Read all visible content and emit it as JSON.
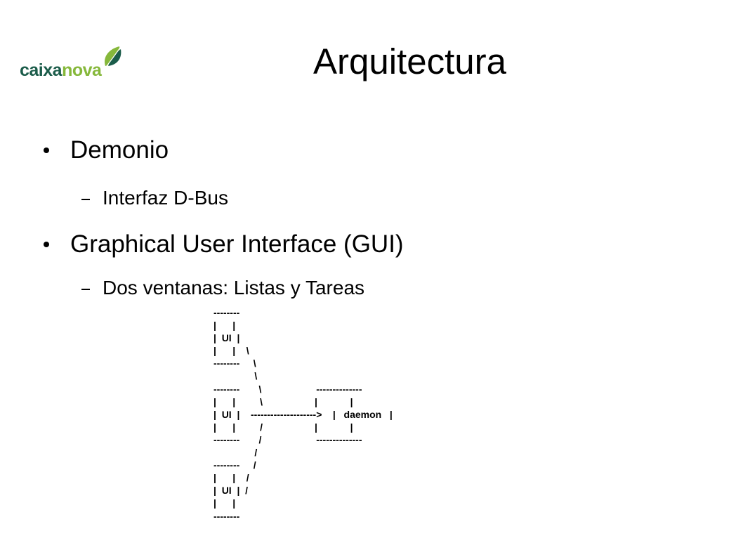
{
  "logo": {
    "text_part1": "caixa",
    "text_part2": "nova",
    "mark_icon": "caixanova-leaf-icon",
    "colors": {
      "dark": "#1b5c4a",
      "light": "#86b83b"
    }
  },
  "slide": {
    "title": "Arquitectura",
    "bullets": [
      {
        "label": "Demonio",
        "sub": [
          "Interfaz D-Bus"
        ]
      },
      {
        "label": "Graphical User Interface (GUI)",
        "sub": [
          "Dos ventanas: Listas y Tareas"
        ]
      }
    ],
    "diagram_lines": [
      "--------",
      "|      |",
      "|  UI  |",
      "|      |    \\",
      "--------     \\",
      "               \\",
      "--------       \\                    --------------",
      "|      |         \\                   |            |",
      "|  UI  |    -------------------->    |   daemon   |",
      "|      |         /                   |            |",
      "--------       /                    --------------",
      "               /",
      "--------     /",
      "|      |    /",
      "|  UI  |  /",
      "|      |",
      "--------"
    ]
  }
}
